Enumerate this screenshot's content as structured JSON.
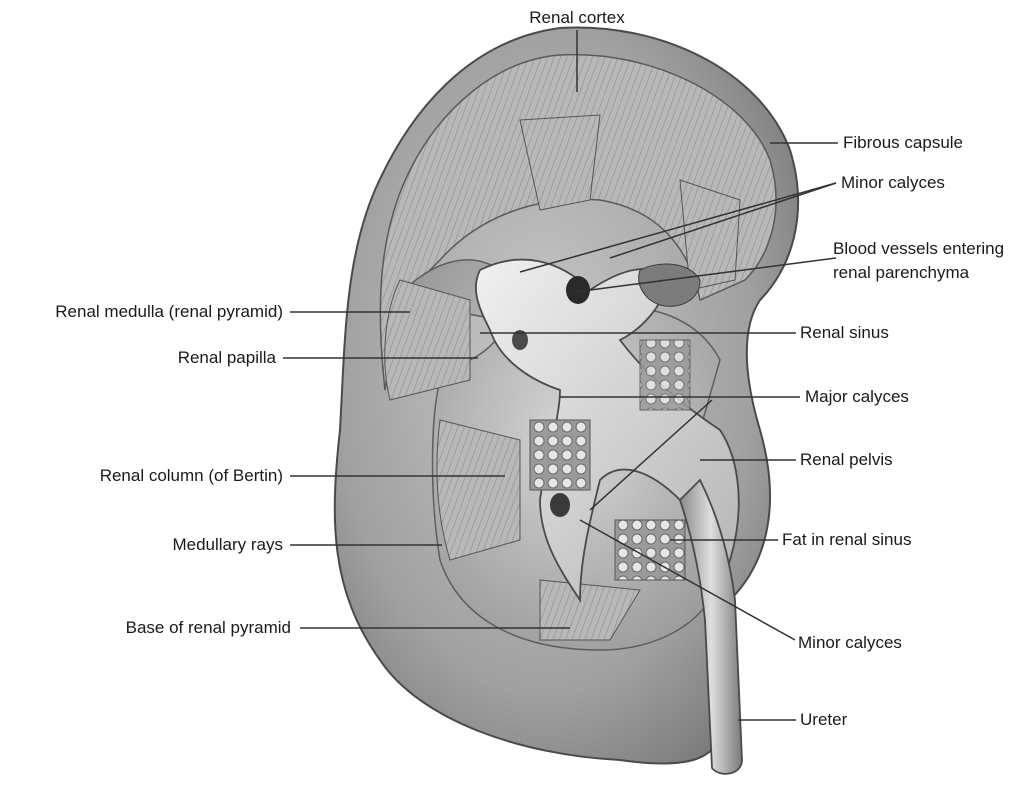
{
  "diagram": {
    "labels": {
      "renal_cortex": "Renal cortex",
      "fibrous_capsule": "Fibrous capsule",
      "minor_calyces_top": "Minor calyces",
      "blood_vessels_line1": "Blood vessels entering",
      "blood_vessels_line2": "renal parenchyma",
      "renal_medulla": "Renal medulla (renal pyramid)",
      "renal_sinus": "Renal sinus",
      "renal_papilla": "Renal papilla",
      "major_calyces": "Major calyces",
      "renal_pelvis": "Renal pelvis",
      "renal_column": "Renal column (of Bertin)",
      "fat_in_renal_sinus": "Fat in renal sinus",
      "medullary_rays": "Medullary rays",
      "base_of_renal_pyramid": "Base of renal pyramid",
      "minor_calyces_bottom": "Minor calyces",
      "ureter": "Ureter"
    },
    "colors": {
      "ink": "#1a1a1a",
      "leader": "#333333",
      "tissue_light": "#d9d9d9",
      "tissue_mid": "#a8a8a8",
      "tissue_dark": "#6f6f6f",
      "background": "#ffffff"
    }
  }
}
